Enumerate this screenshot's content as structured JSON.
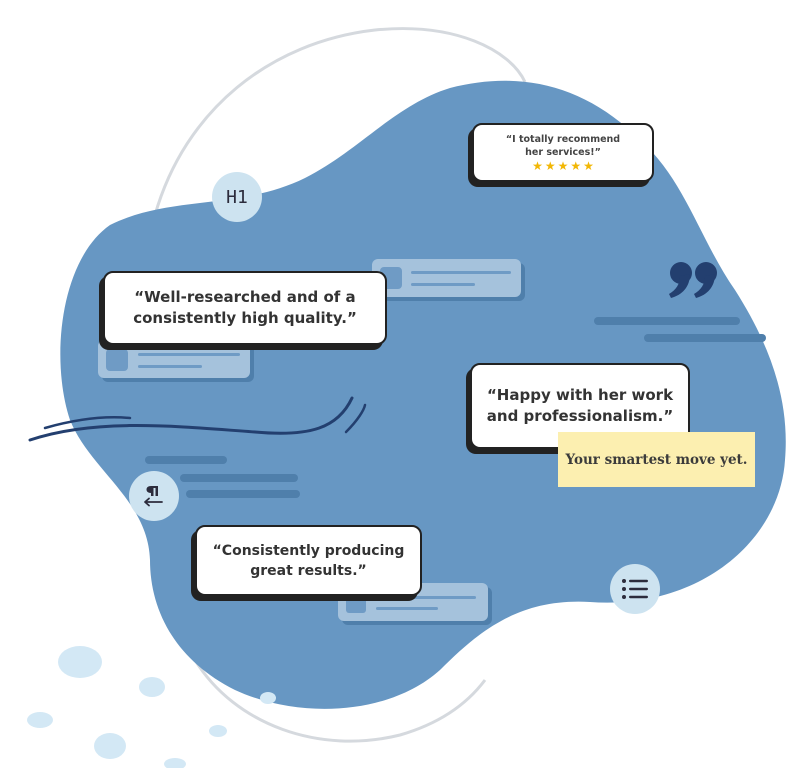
{
  "quotes": [
    {
      "text": "“Well-researched and of a\nconsistently high quality.”"
    },
    {
      "text": "“Happy with her work\nand professionalism.”"
    },
    {
      "text": "“Consistently producing\ngreat results.”"
    }
  ],
  "review": {
    "text": "“I totally recommend\nher services!”",
    "rating": 5,
    "max_rating": 5
  },
  "sticky_note": {
    "text": "Your smartest move yet."
  },
  "badges": {
    "heading": {
      "label": "H1"
    },
    "paragraph": {
      "icon": "pilcrow-icon"
    },
    "list": {
      "icon": "list-icon"
    }
  },
  "decor": {
    "quote_mark_icon": "closing-quote-icon"
  },
  "colors": {
    "blob": "#6797c3",
    "bar": "#4f7fab",
    "placeholder_card": "#a5c2dc",
    "badge": "#cde3f0",
    "sticky": "#fcefb0",
    "star": "#f2b705",
    "dark": "#233f6f"
  }
}
